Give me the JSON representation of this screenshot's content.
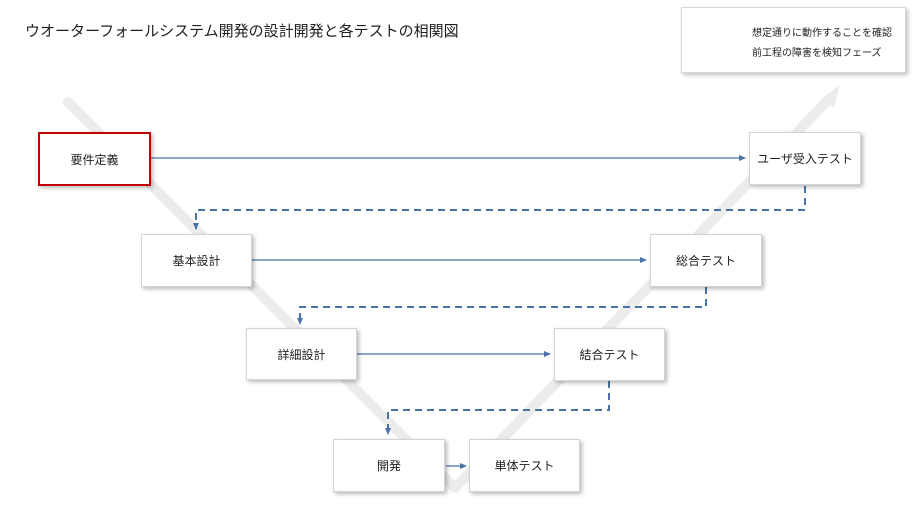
{
  "title": "ウオーターフォールシステム開発の設計開発と各テストの相関図",
  "legend": {
    "solid_label": "想定通りに動作することを確認",
    "dashed_label": "前工程の障害を検知フェーズ"
  },
  "colors": {
    "arrow": "#4a72a8",
    "selected_border": "#c00000",
    "v_band": "#ececec"
  },
  "design_phases": [
    "要件定義",
    "基本設計",
    "詳細設計",
    "開発"
  ],
  "test_phases": [
    "ユーザ受入テスト",
    "総合テスト",
    "結合テスト",
    "単体テスト"
  ],
  "selected_phase": "要件定義"
}
